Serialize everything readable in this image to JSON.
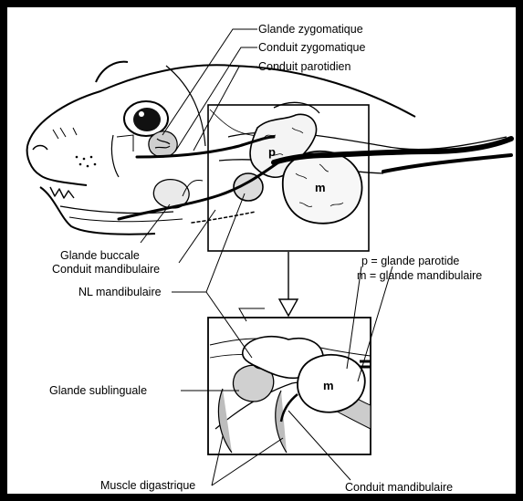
{
  "labels": {
    "glande_zygomatique": "Glande zygomatique",
    "conduit_zygomatique": "Conduit zygomatique",
    "conduit_parotidien": "Conduit parotidien",
    "glande_buccale": "Glande buccale",
    "conduit_mandibulaire_top": "Conduit mandibulaire",
    "nl_mandibulaire": "NL mandibulaire",
    "legend_p": "p = glande parotide",
    "legend_m": "m = glande mandibulaire",
    "glande_sublinguale": "Glande sublinguale",
    "muscle_digastrique": "Muscle digastrique",
    "conduit_mandibulaire_bottom": "Conduit mandibulaire"
  },
  "gland_letters": {
    "p_top": "p",
    "m_top": "m",
    "m_bottom": "m"
  }
}
